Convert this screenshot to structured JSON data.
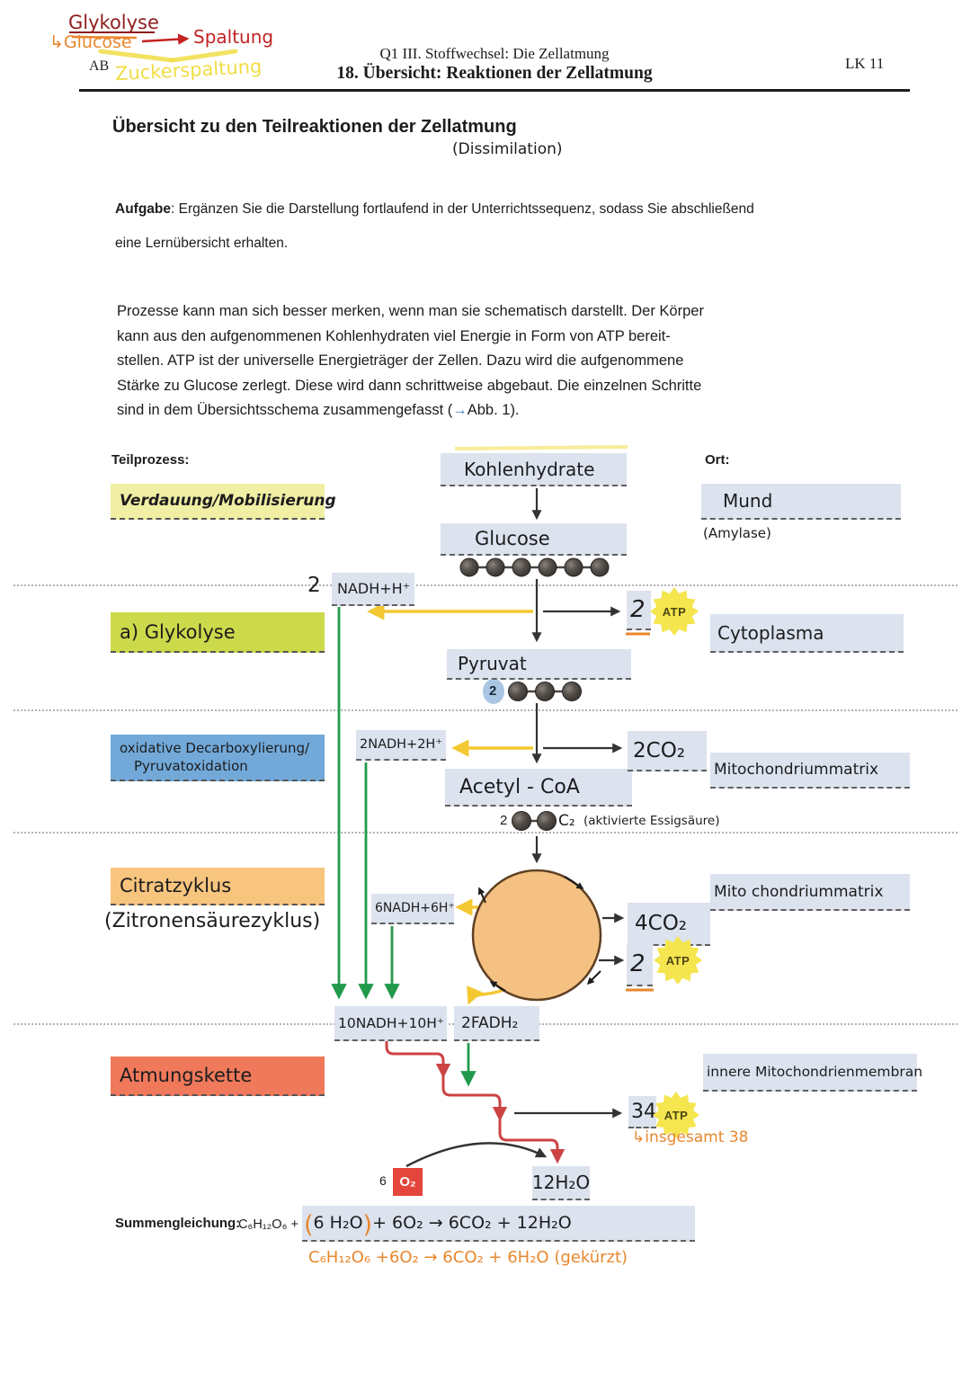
{
  "colors": {
    "row_verdauung": "#f0efa3",
    "row_glykolyse": "#ccd94b",
    "row_oxdecarb": "#72a9d9",
    "row_citrat": "#f8c57e",
    "row_atmung": "#f0795b",
    "stage_box": "#dce3ee",
    "cycle_fill": "#f5c182",
    "atp_sun": "#f5e54e",
    "o2_box": "#e4453c",
    "arrow_yellow": "#f4c832",
    "arrow_green": "#219a4c",
    "arrow_red": "#cc4343",
    "hand_orange": "#e8872e",
    "hand_red": "#c32222",
    "hand_darkred": "#8f1d1d",
    "hand_yellow": "#f0dd45",
    "ref_arrow_blue": "#3a7dc0"
  },
  "annotations": {
    "glykolyse": "Glykolyse",
    "hook": "↳",
    "glucose": "Glucose",
    "spaltung": "Spaltung",
    "zuckerspaltung": "Zuckerspaltung",
    "dissimilation": "(Dissimilation)",
    "insgesamt": "insgesamt 38",
    "equation_short": "C₆H₁₂O₆ +6O₂ → 6CO₂ + 6H₂O   (gekürzt)"
  },
  "print": {
    "ab": "AB",
    "header1": "Q1 III. Stoffwechsel: Die Zellatmung",
    "header2": "18. Übersicht: Reaktionen der Zellatmung",
    "course": "LK 11",
    "title": "Übersicht zu den Teilreaktionen der Zellatmung",
    "task_label": "Aufgabe",
    "task_line1": ": Ergänzen Sie die Darstellung fortlaufend in der Unterrichtssequenz, sodass Sie abschließend",
    "task_line2": "eine Lernübersicht erhalten.",
    "intro_lines": [
      "Prozesse kann man sich besser merken, wenn man sie schematisch darstellt. Der Körper",
      "kann aus den aufgenommenen Kohlenhydraten viel Energie in Form von ATP bereit-",
      "stellen. ATP ist der universelle Energieträger der Zellen. Dazu wird die aufgenommene",
      "Stärke zu Glucose zerlegt. Diese wird dann schrittweise abgebaut. Die einzelnen Schritte"
    ],
    "intro_last_before": "sind in dem Übersichtsschema zusammengefasst (",
    "intro_arrow": "→",
    "intro_last_after": "Abb. 1)."
  },
  "diagram": {
    "teilprozess": "Teilprozess:",
    "ort": "Ort:",
    "rows": {
      "verdauung": "Verdauung/Mobilisierung",
      "glykolyse": "a) Glykolyse",
      "oxdecarb1": "oxidative Decarboxylierung/",
      "oxdecarb2": "Pyruvatoxidation",
      "citrat": "Citratzyklus",
      "citrat_sub": "(Zitronensäurezyklus)",
      "atmung": "Atmungskette"
    },
    "stages": {
      "kohlenhydrate": "Kohlenhydrate",
      "glucose": "Glucose",
      "pyruvat": "Pyruvat",
      "acetyl": "Acetyl - CoA"
    },
    "orte": {
      "mund": "Mund",
      "amylase": "(Amylase)",
      "cytoplasma": "Cytoplasma",
      "matrix1": "Mitochondriummatrix",
      "matrix2": "Mito chondriummatrix",
      "membran": "innere Mitochondrienmembran"
    },
    "carriers": {
      "n1_qty": "2",
      "n1": "NADH+H⁺",
      "n2": "2NADH+2H⁺",
      "n6": "6NADH+6H⁺",
      "n10": "10NADH+10H⁺",
      "fadh": "2FADH₂"
    },
    "products": {
      "co2_2": "2CO₂",
      "co2_4": "4CO₂",
      "atp": "ATP",
      "atp_qty_glykolyse": "2",
      "atp_qty_citrat": "2",
      "atp_qty_atmung": "34",
      "o2_qty": "6",
      "o2": "O₂",
      "h2o": "12H₂O"
    },
    "beads": {
      "pyruvat_qty": "2",
      "acetyl_qty": "2",
      "acetyl_c2": "C₂",
      "acetyl_note": "(aktivierte Essigsäure)"
    }
  },
  "equation": {
    "label": "Summengleichung:",
    "printed": "C₆H₁₂O₆ +",
    "open": "(",
    "h2o": "6 H₂O",
    "close": ")",
    "rest": " + 6O₂ → 6CO₂ + 12H₂O"
  }
}
